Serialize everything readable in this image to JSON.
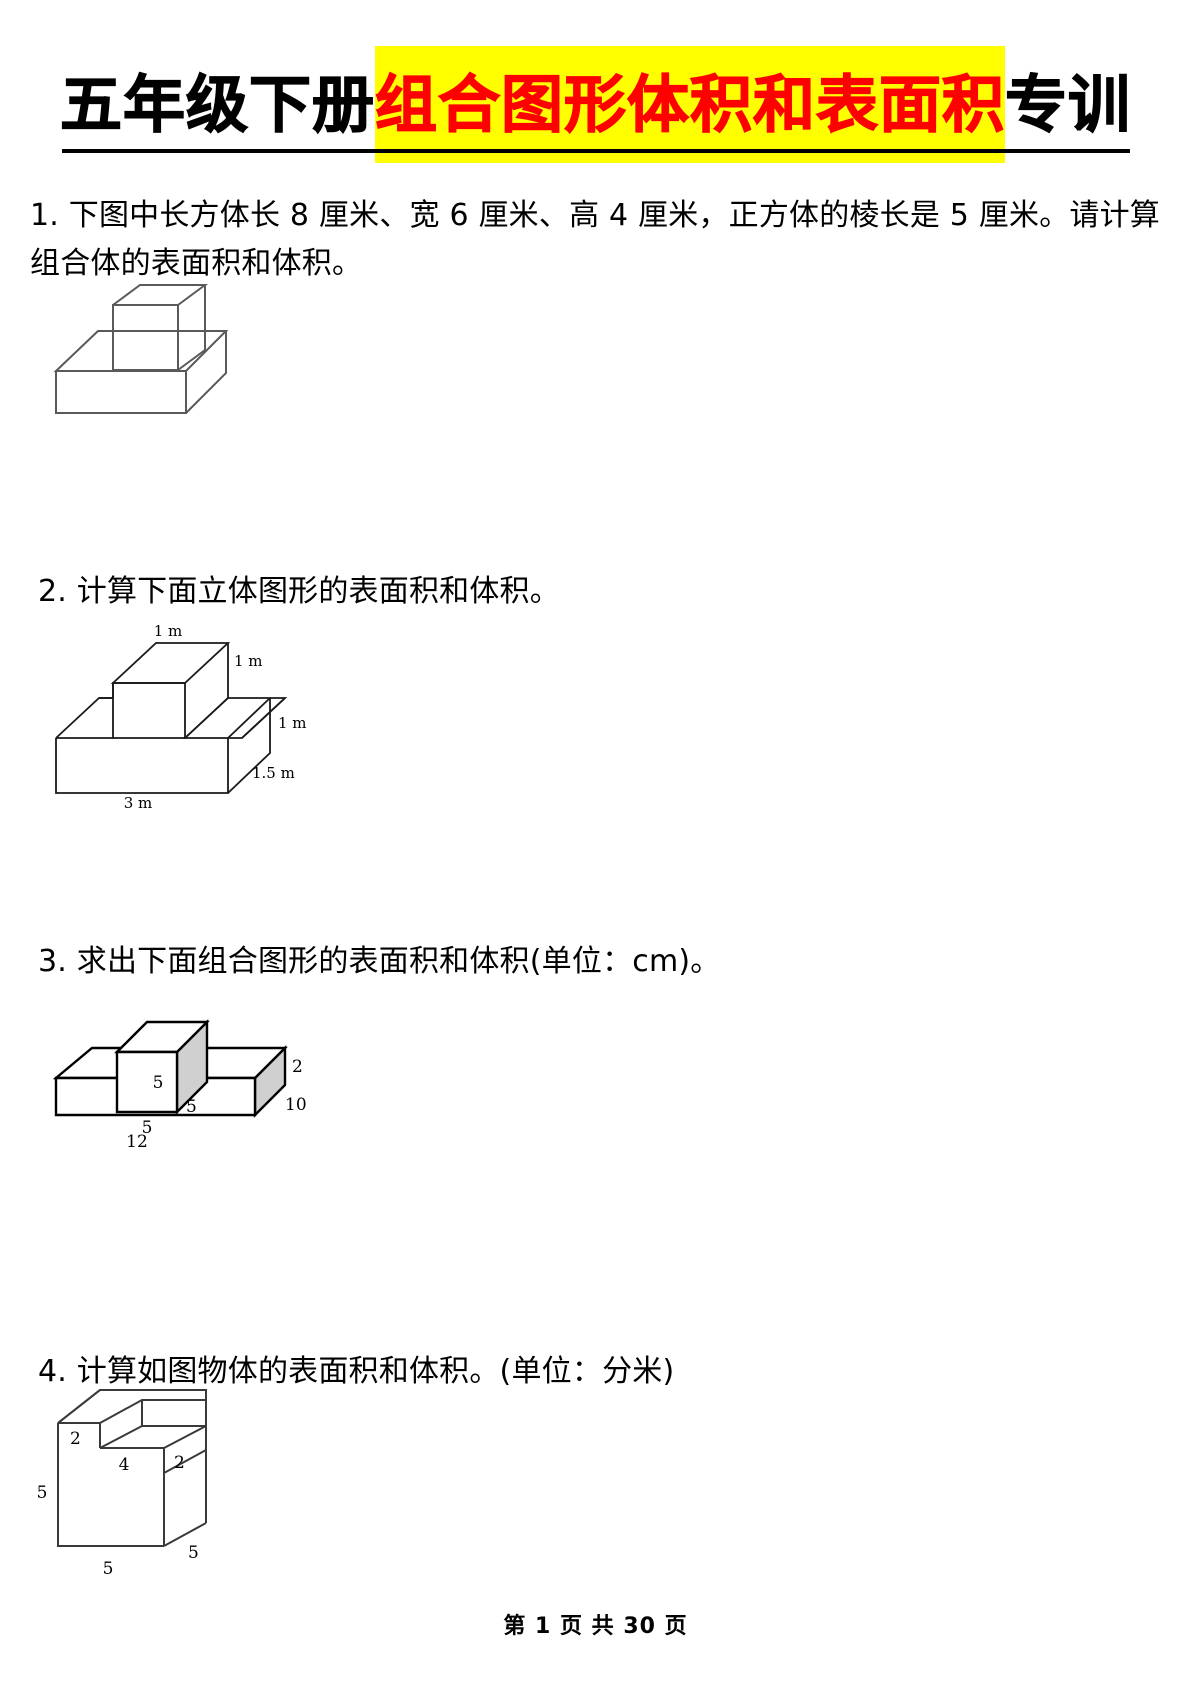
{
  "document": {
    "title_parts": [
      {
        "text": "五年级下册",
        "style": "plain"
      },
      {
        "text": "组合图形体积和表面积",
        "style": "highlight"
      },
      {
        "text": "专训",
        "style": "plain"
      }
    ],
    "title_full": "五年级下册组合图形体积和表面积专训",
    "highlight_color": "#ffff00",
    "highlight_text_color": "#ff0000",
    "footer": "第 1 页 共 30 页"
  },
  "questions": [
    {
      "number": "1.",
      "text": "1.  下图中长方体长 8 厘米、宽 6 厘米、高 4 厘米，正方体的棱长是 5 厘米。请计算组合体的表面积和体积。"
    },
    {
      "number": "2.",
      "text": "2. 计算下面立体图形的表面积和体积。"
    },
    {
      "number": "3.",
      "text": "3. 求出下面组合图形的表面积和体积(单位：cm)。"
    },
    {
      "number": "4.",
      "text": "4. 计算如图物体的表面积和体积。(单位：分米)"
    }
  ],
  "figures": {
    "figure1": {
      "caption": "cube on rectangular prism",
      "labels": [],
      "stroke": "#555555"
    },
    "figure2": {
      "caption": "two-step staircase solid",
      "labels": {
        "top_width": "1 m",
        "upper_height": "1 m",
        "lower_height": "1 m",
        "depth": "1.5 m",
        "base_width": "3 m"
      }
    },
    "figure3": {
      "caption": "cube on thin rectangular slab",
      "labels": {
        "cube_height": "5",
        "cube_side": "5",
        "cube_front": "5",
        "slab_thickness": "2",
        "slab_depth": "10",
        "slab_width": "12"
      },
      "shade_color": "#d4d4d4"
    },
    "figure4": {
      "caption": "cube with rectangular groove cut in top",
      "labels": {
        "groove_depth_left": "2",
        "groove_width": "4",
        "groove_depth_right": "2",
        "cube_height": "5",
        "cube_side_right": "5",
        "cube_front_bottom": "5"
      }
    }
  }
}
